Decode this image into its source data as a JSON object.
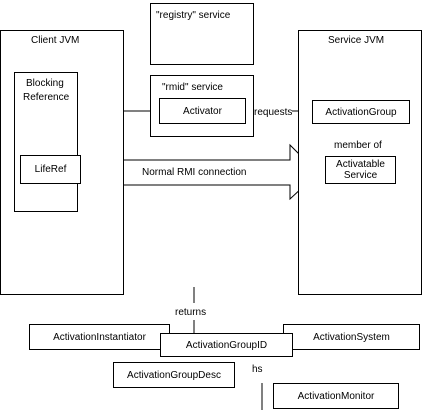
{
  "containers": {
    "client_jvm": "Client JVM",
    "registry": "\"registry\" service",
    "rmid": "\"rmid\" service",
    "service_jvm": "Service JVM"
  },
  "boxes": {
    "blocking_reference": [
      "Blocking",
      "Reference"
    ],
    "liferef": "LifeRef",
    "activator": "Activator",
    "activation_group": "ActivationGroup",
    "activatable_service": [
      "Activatable",
      "Service"
    ],
    "activation_instantiator": "ActivationInstantiator",
    "activation_group_id": "ActivationGroupID",
    "activation_system": "ActivationSystem",
    "activation_group_desc": "ActivationGroupDesc",
    "activation_monitor": "ActivationMonitor"
  },
  "connectors": {
    "requests": "requests",
    "member_of": "member of",
    "normal_rmi": "Normal RMI connection",
    "returns": "returns",
    "partial_hs": "hs"
  }
}
